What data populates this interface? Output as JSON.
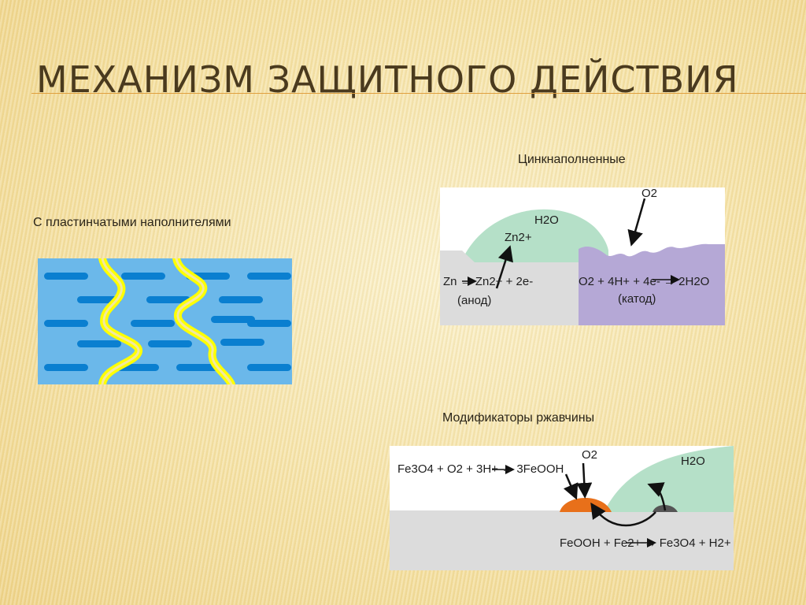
{
  "slide": {
    "title": "МЕХАНИЗМ ЗАЩИТНОГО ДЕЙСТВИЯ",
    "labels": {
      "plate": "С пластинчатыми наполнителями",
      "zinc": "Цинкнаполненные",
      "rust": "Модификаторы ржавчины"
    }
  },
  "zinc_diagram": {
    "o2_top": "O2",
    "water": "H2O",
    "zn_ion": "Zn2+",
    "anode_eq": "Zn → Zn2+ + 2e-",
    "anode_label": "(анод)",
    "cathode_eq": "O2 + 4H+ + 4e- → 2H2O",
    "cathode_label": "(катод)"
  },
  "rust_diagram": {
    "eq_top": "Fe3O4 + O2 + 3H+ → 3FeOOH",
    "o2": "O2",
    "water": "H2O",
    "eq_bottom": "FeOOH + Fe2+ → Fe3O4 + H2+"
  },
  "colors": {
    "bg": "#f5e2a6",
    "title": "#4a3a1e",
    "water": "#b5e0c8",
    "cathode_metal": "#b5a8d6",
    "metal": "#dcdcdc",
    "plate_bg": "#6bb8ea",
    "plate_flakes": "#0a7fd0",
    "crack": "#ffff00",
    "rust_orange": "#e8701a"
  }
}
